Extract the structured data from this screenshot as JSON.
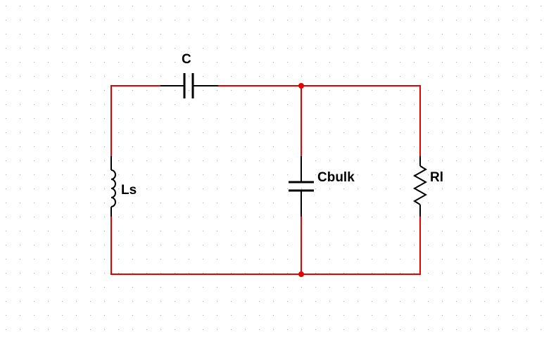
{
  "colors": {
    "wire": "#e60000",
    "component": "#000000",
    "grid_dot": "#b4b4b4",
    "background": "#ffffff"
  },
  "components": {
    "capacitor_series": {
      "label": "C"
    },
    "inductor": {
      "label": "Ls"
    },
    "capacitor_bulk": {
      "label": "Cbulk"
    },
    "resistor_load": {
      "label": "Rl"
    }
  }
}
